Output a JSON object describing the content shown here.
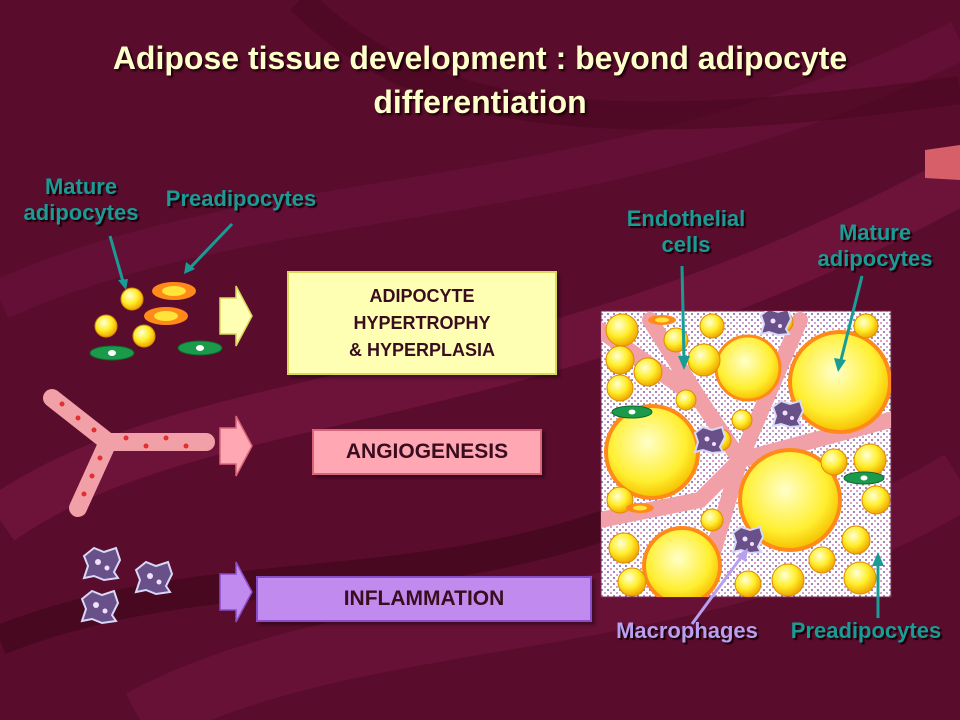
{
  "title": "Adipose tissue development : beyond adipocyte differentiation",
  "labels": {
    "left_mature": "Mature adipocytes",
    "left_preadipocytes": "Preadipocytes",
    "endothelial": "Endothelial cells",
    "right_mature": "Mature adipocytes",
    "macrophages": "Macrophages",
    "right_preadipocytes": "Preadipocytes"
  },
  "boxes": {
    "hypertrophy": [
      "ADIPOCYTE",
      "HYPERTROPHY",
      "& HYPERPLASIA"
    ],
    "angiogenesis": "ANGIOGENESIS",
    "inflammation": "INFLAMMATION"
  },
  "colors": {
    "background": "#5a0c2c",
    "label_teal": "#1a9c96",
    "label_purple": "#b89ff0",
    "title": "#ffffcc",
    "adipocyte_yellow": "#ffee2a",
    "preadipocyte_orange": "#ff8a1a",
    "vessel_pink": "#f2a0a8",
    "macrophage_purple": "#6a5088",
    "endothelial_green": "#1a9a4a"
  }
}
